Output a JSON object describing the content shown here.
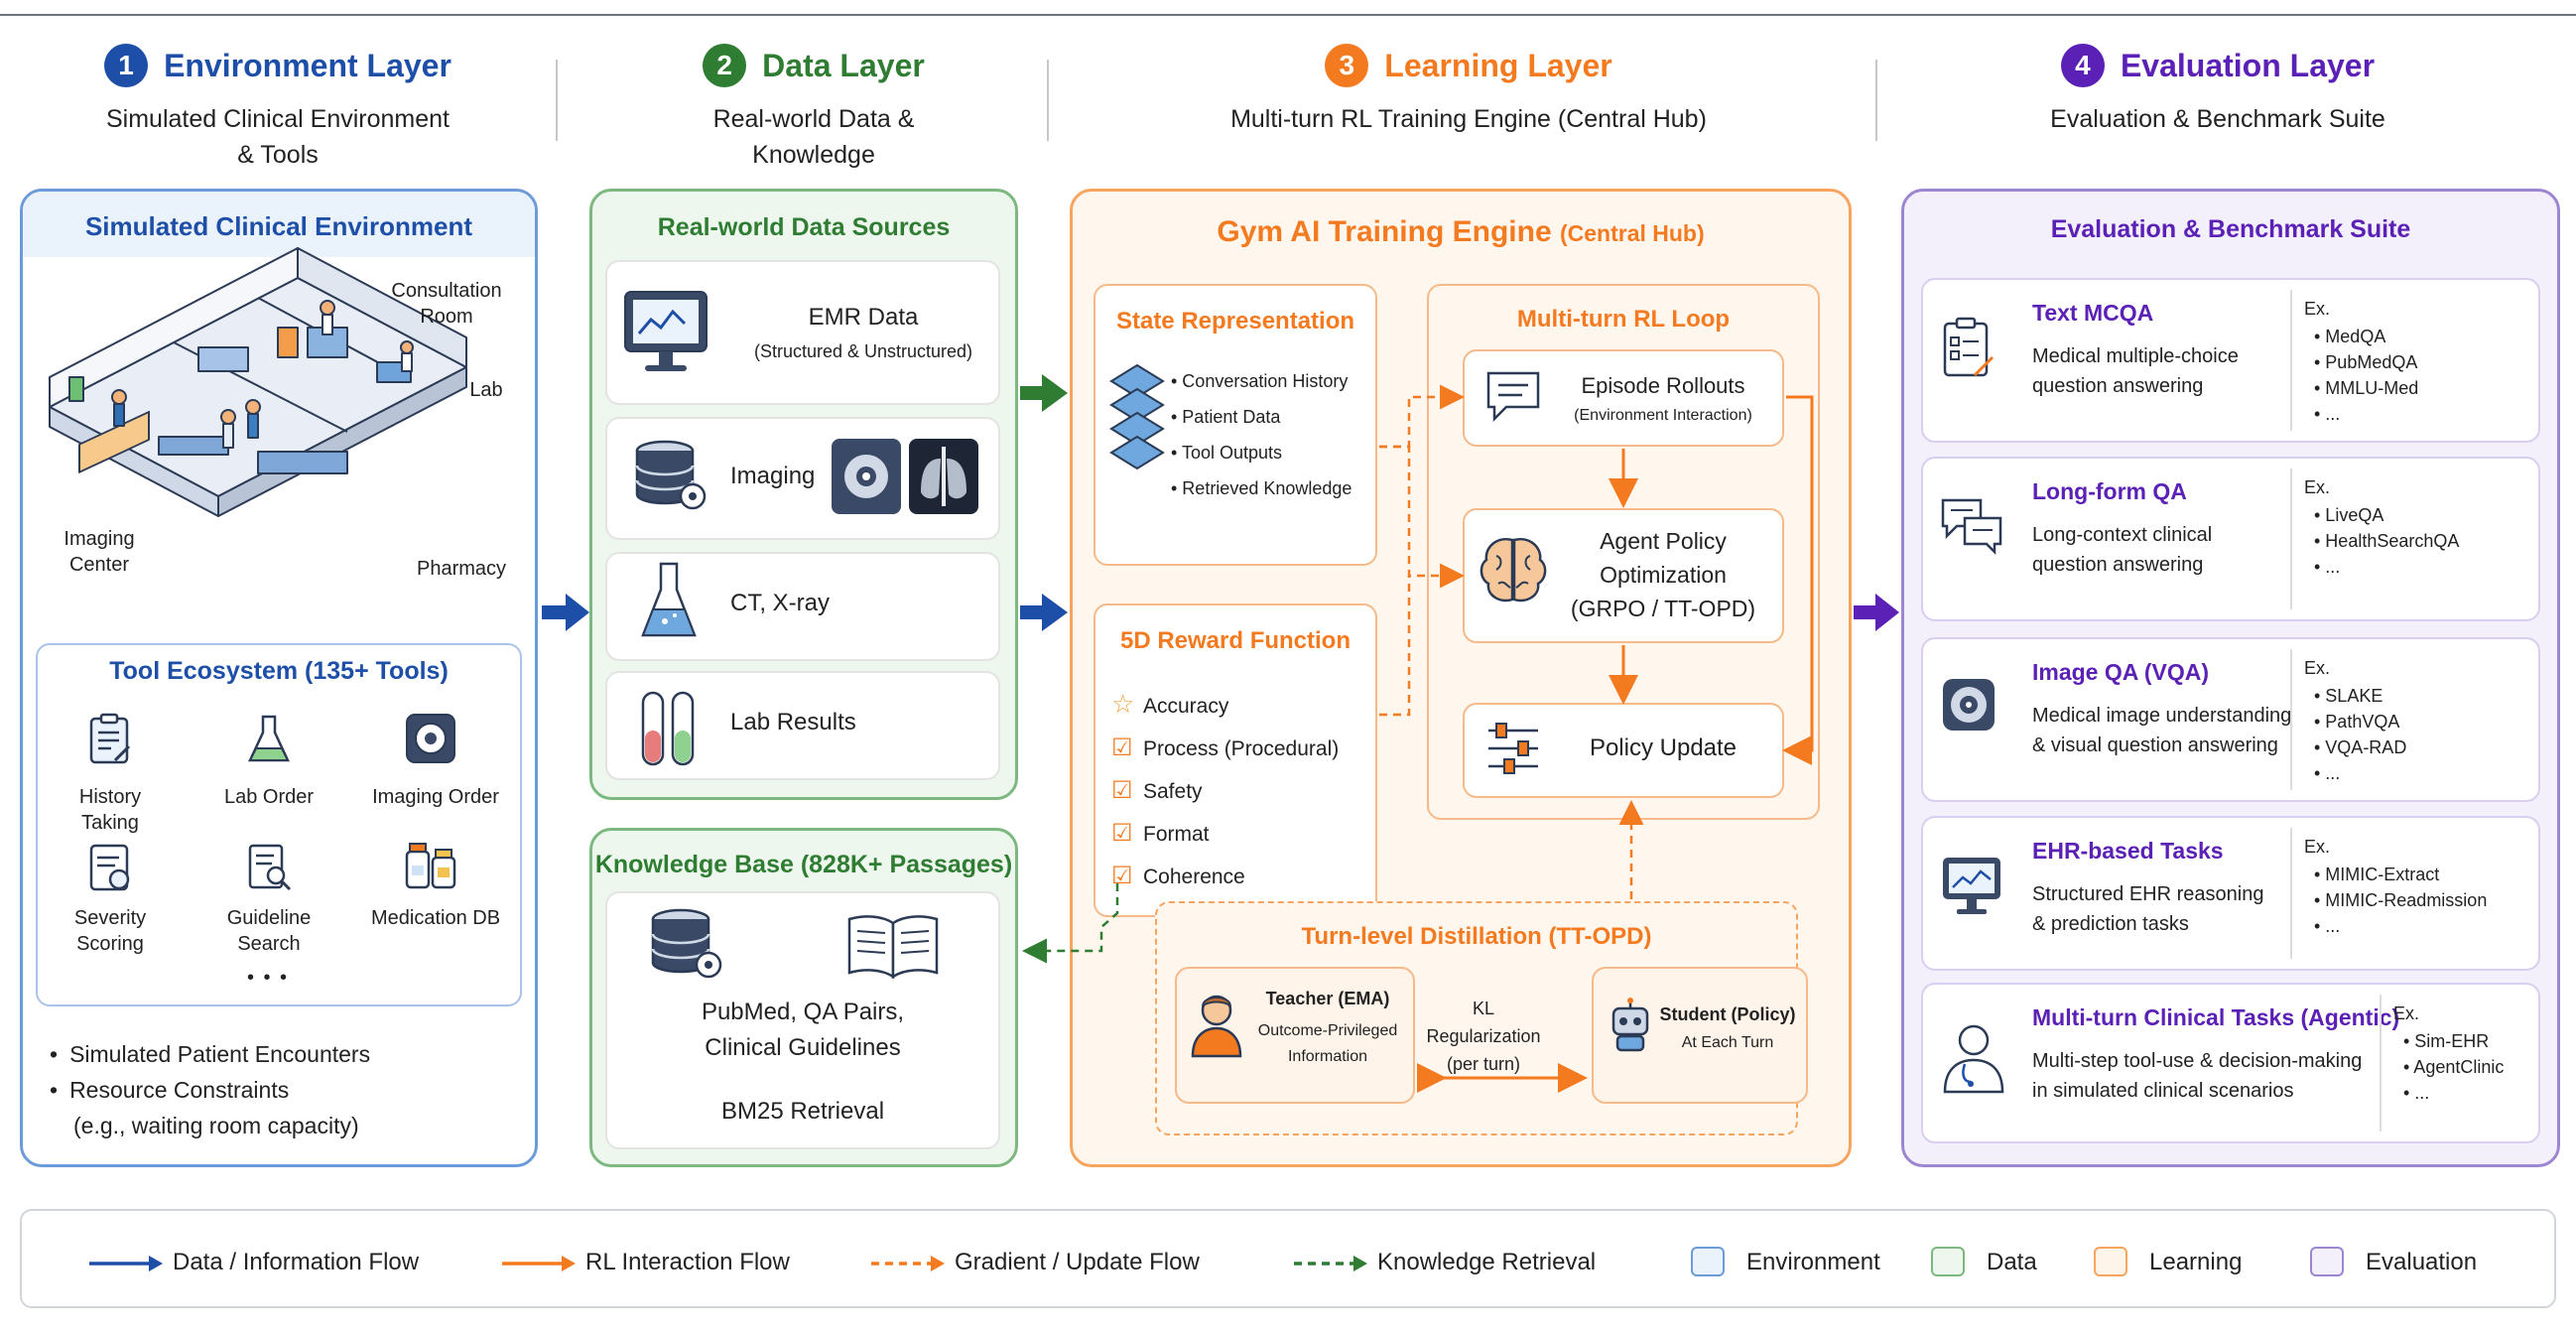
{
  "layers": [
    {
      "number": "1",
      "title": "Environment Layer",
      "subtitle_lines": [
        "Simulated Clinical Environment",
        "& Tools"
      ],
      "color": "#1e4fa8"
    },
    {
      "number": "2",
      "title": "Data Layer",
      "subtitle_lines": [
        "Real-world Data &",
        "Knowledge"
      ],
      "color": "#2e7d32"
    },
    {
      "number": "3",
      "title": "Learning Layer",
      "subtitle_lines": [
        "Multi-turn RL Training Engine (Central Hub)"
      ],
      "color": "#f47a20"
    },
    {
      "number": "4",
      "title": "Evaluation Layer",
      "subtitle_lines": [
        "Evaluation & Benchmark Suite"
      ],
      "color": "#5b21b6"
    }
  ],
  "environment": {
    "title": "Simulated Clinical Environment",
    "map_labels": {
      "consultation_room": "Consultation\nRoom",
      "lab": "Lab",
      "imaging_center": "Imaging\nCenter",
      "pharmacy": "Pharmacy"
    },
    "tool_ecosystem_title": "Tool Ecosystem (135+ Tools)",
    "tools": [
      "History\nTaking",
      "Lab Order",
      "Imaging Order",
      "Severity\nScoring",
      "Guideline\nSearch",
      "Medication DB"
    ],
    "more": "• • •",
    "bullets": [
      "Simulated Patient Encounters",
      "Resource Constraints",
      "(e.g., waiting room capacity)"
    ]
  },
  "data_layer": {
    "title": "Real-world Data Sources",
    "sources": [
      {
        "label": "EMR Data",
        "sublabel": "(Structured & Unstructured)",
        "icon": "monitor-icon"
      },
      {
        "label": "Imaging",
        "icon": "database-icon"
      },
      {
        "label": "CT, X-ray",
        "icon": "flask-icon"
      },
      {
        "label": "Lab Results",
        "icon": "test-tubes-icon"
      }
    ],
    "knowledge_title": "Knowledge Base (828K+ Passages)",
    "knowledge_lines": [
      "PubMed, QA Pairs,",
      "Clinical Guidelines"
    ],
    "retrieval": "BM25 Retrieval"
  },
  "learning": {
    "title": "Gym AI Training Engine",
    "title_suffix": "(Central Hub)",
    "state_title": "State Representation",
    "state_items": [
      "• Conversation History",
      "• Patient Data",
      "• Tool Outputs",
      "• Retrieved Knowledge"
    ],
    "reward_title": "5D Reward Function",
    "reward_items": [
      "Accuracy",
      "Process (Procedural)",
      "Safety",
      "Format",
      "Coherence"
    ],
    "loop_title": "Multi-turn RL Loop",
    "rollouts": "Episode Rollouts",
    "rollouts_sub": "(Environment Interaction)",
    "policy_lines": [
      "Agent Policy",
      "Optimization",
      "(GRPO / TT-OPD)"
    ],
    "update": "Policy Update",
    "distill_title": "Turn-level Distillation (TT-OPD)",
    "teacher": "Teacher (EMA)",
    "teacher_sub": [
      "Outcome-Privileged",
      "Information"
    ],
    "kl_lines": [
      "KL Regularization",
      "(per turn)"
    ],
    "student": "Student (Policy)",
    "student_sub": "At Each Turn"
  },
  "evaluation": {
    "title": "Evaluation & Benchmark Suite",
    "ex_label": "Ex.",
    "cards": [
      {
        "title": "Text MCQA",
        "desc": [
          "Medical multiple-choice",
          "question answering"
        ],
        "examples": [
          "• MedQA",
          "• PubMedQA",
          "• MMLU-Med",
          "• ..."
        ],
        "icon": "clipboard-icon"
      },
      {
        "title": "Long-form QA",
        "desc": [
          "Long-context clinical",
          "question answering"
        ],
        "examples": [
          "• LiveQA",
          "• HealthSearchQA",
          "• ..."
        ],
        "icon": "chat-icon"
      },
      {
        "title": "Image QA (VQA)",
        "desc": [
          "Medical image understanding",
          "& visual question answering"
        ],
        "examples": [
          "• SLAKE",
          "• PathVQA",
          "• VQA-RAD",
          "• ..."
        ],
        "icon": "scanner-icon"
      },
      {
        "title": "EHR-based Tasks",
        "desc": [
          "Structured EHR reasoning",
          "& prediction tasks"
        ],
        "examples": [
          "• MIMIC-Extract",
          "• MIMIC-Readmission",
          "• ..."
        ],
        "icon": "monitor-icon"
      },
      {
        "title": "Multi-turn Clinical Tasks (Agentic)",
        "desc": [
          "Multi-step tool-use & decision-making",
          "in simulated clinical scenarios"
        ],
        "examples": [
          "• Sim-EHR",
          "• AgentClinic",
          "• ..."
        ],
        "icon": "doctor-icon"
      }
    ]
  },
  "legend": [
    {
      "label": "Data / Information Flow",
      "kind": "arrow",
      "color": "#1e4fa8"
    },
    {
      "label": "RL Interaction Flow",
      "kind": "arrow",
      "color": "#f47a20"
    },
    {
      "label": "Gradient / Update Flow",
      "kind": "dashed-arrow",
      "color": "#f47a20"
    },
    {
      "label": "Knowledge Retrieval",
      "kind": "dashed-arrow",
      "color": "#2e7d32"
    },
    {
      "label": "Environment",
      "kind": "box",
      "color": "#6b9bd8",
      "fill": "#eaf2fc"
    },
    {
      "label": "Data",
      "kind": "box",
      "color": "#7cb87f",
      "fill": "#eef7ee"
    },
    {
      "label": "Learning",
      "kind": "box",
      "color": "#f6a45e",
      "fill": "#fff4ea"
    },
    {
      "label": "Evaluation",
      "kind": "box",
      "color": "#9d86d1",
      "fill": "#f3effb"
    }
  ],
  "colors": {
    "environment": "#1e4fa8",
    "data": "#2e7d32",
    "learning": "#f47a20",
    "evaluation": "#5b21b6"
  }
}
